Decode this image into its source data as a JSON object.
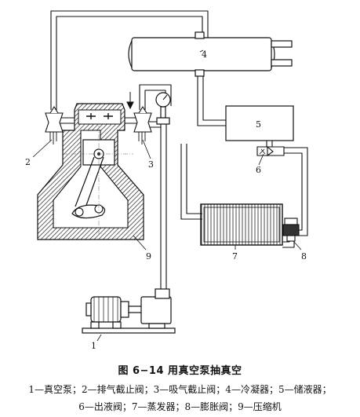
{
  "figure": {
    "labels": {
      "l1": "1",
      "l2": "2",
      "l3": "3",
      "l4": "4",
      "l5": "5",
      "l6": "6",
      "l7": "7",
      "l8": "8",
      "l9": "9"
    }
  },
  "caption": {
    "title": "图 6−14    用真空泵抽真空",
    "legend_line_1": "1—真空泵；2—排气截止阀；3—吸气截止阀；4—冷凝器；5—储液器；",
    "legend_line_2": "6—出液阀；7—蒸发器；8—膨胀阀；9—压缩机"
  }
}
